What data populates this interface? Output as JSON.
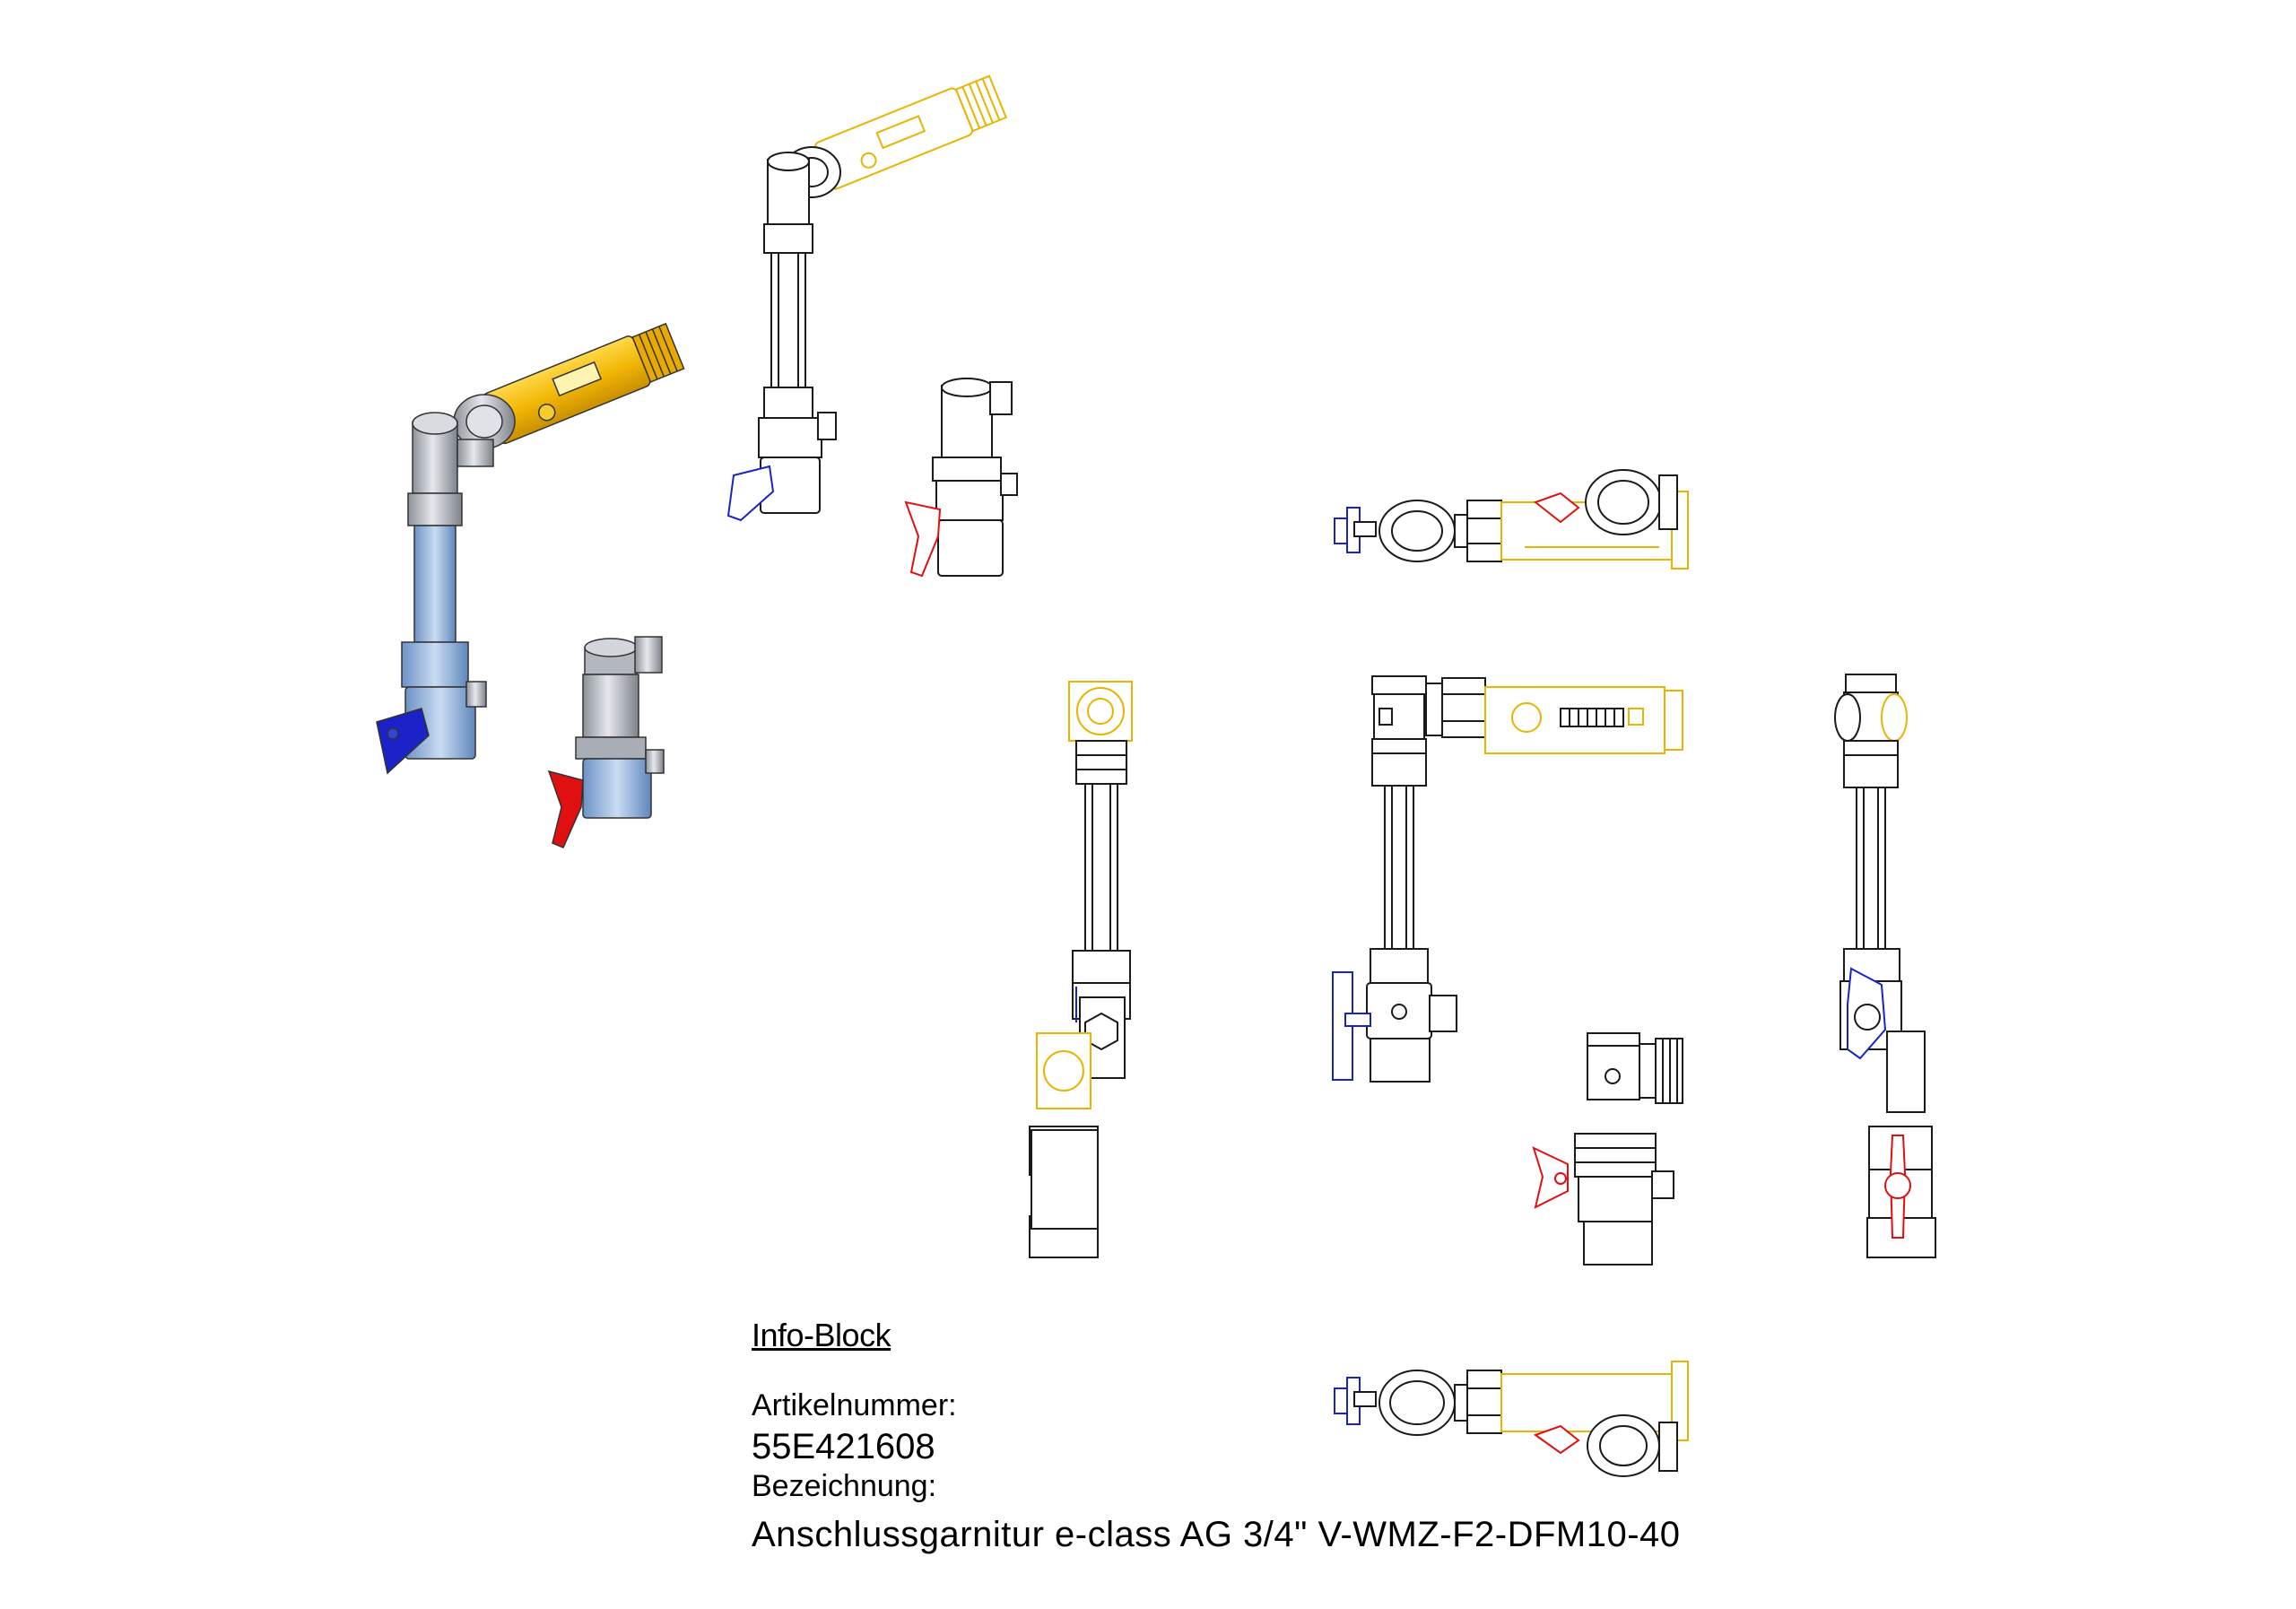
{
  "info_block": {
    "heading": "Info-Block",
    "article_label": "Artikelnummer:",
    "article_number": "55E421608",
    "designation_label": "Bezeichnung:",
    "designation": "Anschlussgarnitur e-class AG 3/4\" V-WMZ-F2-DFM10-40"
  },
  "colors": {
    "yellow": "#f2b705",
    "yellow_line": "#e8b400",
    "blue": "#1a22c8",
    "red": "#e01010",
    "steel": "#c8ccd4",
    "pipe_blue": "#9ab8de",
    "line": "#1a1a1a"
  }
}
